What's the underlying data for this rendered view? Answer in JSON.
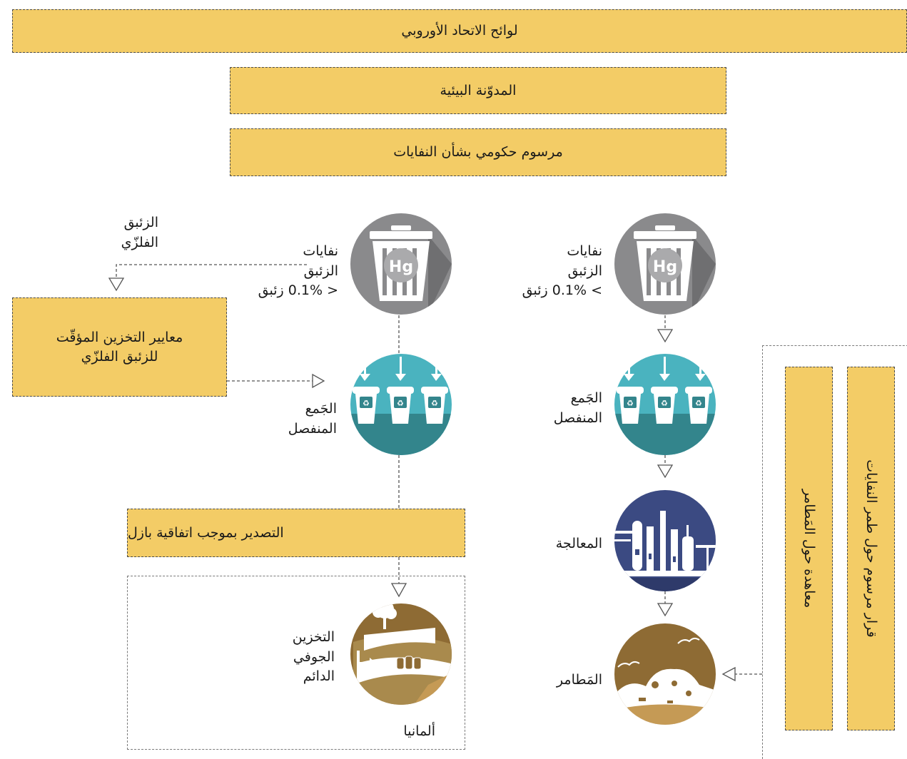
{
  "top_boxes": {
    "eu_regulations": "لوائح الاتحاد الأوروبي",
    "environmental_code": "المدوّنة البيئية",
    "government_decree": "مرسوم حكومي بشأن النفايات"
  },
  "left_flow": {
    "metallic_mercury": "الزئبق\nالفلزّي",
    "interim_storage_criteria": "معايير التخزين المؤقّت للزئبق الفلزّي",
    "mercury_waste": "نفايات\nالزئبق\n< 0.1% زئبق",
    "separate_collection": "الجَمع\nالمنفصل",
    "export_basel": "التصدير بموجب اتفاقية بازل",
    "permanent_underground_storage": "التخزين\nالجوفي\nالدائم",
    "germany": "ألمانيا"
  },
  "right_flow": {
    "mercury_waste": "نفايات\nالزئبق\n> 0.1% زئبق",
    "separate_collection": "الجَمع\nالمنفصل",
    "treatment": "المعالجة",
    "landfills": "المَطامر"
  },
  "side_boxes": {
    "landfill_decree": "قرار مرسوم حول طمر النفايات",
    "landfill_directive": "معاهدة حول المَطامر"
  },
  "icons": {
    "hg_symbol": "Hg",
    "bin_symbol": "♻"
  },
  "colors": {
    "box_fill": "#f3cc66",
    "waste_circle": "#8a8a8c",
    "collection_circle": "#4ab3bf",
    "treatment_circle": "#3b4a82",
    "storage_circle": "#8e6b34"
  }
}
